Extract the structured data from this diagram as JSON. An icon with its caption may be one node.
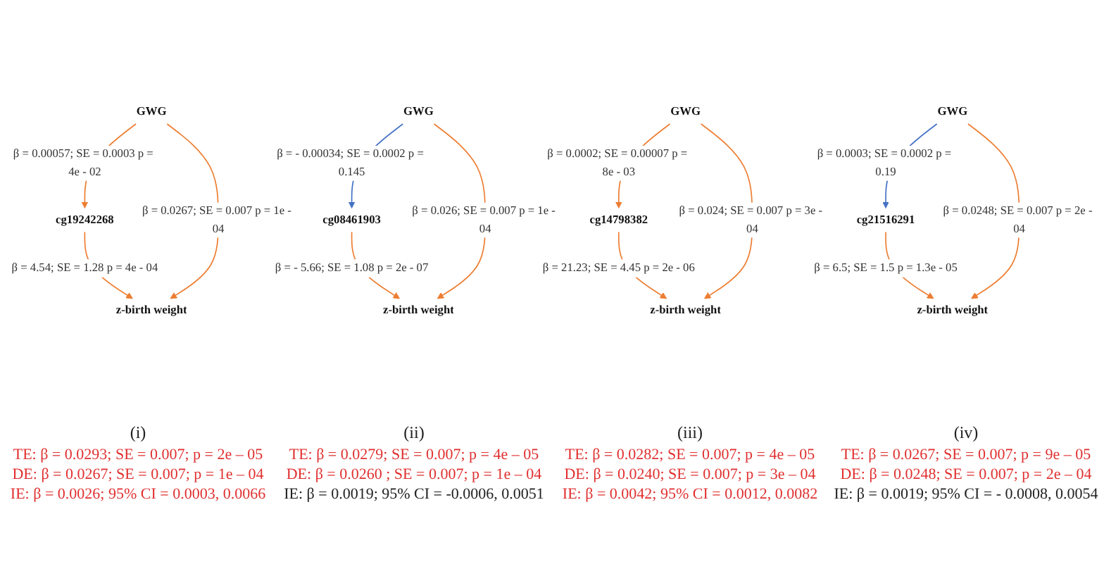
{
  "diagram": {
    "nodes": [
      {
        "text": [
          "GWG"
        ]
      },
      {
        "text": [
          "cg19242268"
        ]
      },
      {
        "text": [
          "z-birth weight"
        ]
      },
      {
        "text": [
          "GWG"
        ]
      },
      {
        "text": [
          "cg08461903"
        ]
      },
      {
        "text": [
          "z-birth weight"
        ]
      },
      {
        "text": [
          "GWG"
        ]
      },
      {
        "text": [
          "cg14798382"
        ]
      },
      {
        "text": [
          "z-birth weight"
        ]
      },
      {
        "text": [
          "GWG"
        ]
      },
      {
        "text": [
          "cg21516291"
        ]
      },
      {
        "text": [
          "z-birth weight"
        ]
      }
    ],
    "edges": [
      {
        "from": 0,
        "to": 1,
        "arrow": "to",
        "label": "β = 0.00057; SE = 0.0003 p = 4e - 02"
      },
      {
        "from": 1,
        "to": 2,
        "arrow": "to",
        "label": "β = 4.54; SE = 1.28 p = 4e - 04"
      },
      {
        "from": 0,
        "to": 2,
        "arrow": "to",
        "label": "β = 0.0267; SE = 0.007 p = 1e - 04"
      },
      {
        "from": 3,
        "to": 4,
        "arrow": "to",
        "label": "β = - 0.00034; SE = 0.0002 p = 0.145",
        "color": "#4472c4"
      },
      {
        "from": 4,
        "to": 5,
        "arrow": "to",
        "label": "β = - 5.66; SE = 1.08 p = 2e - 07"
      },
      {
        "from": 3,
        "to": 5,
        "arrow": "to",
        "label": "β = 0.026; SE = 0.007 p = 1e - 04"
      },
      {
        "from": 6,
        "to": 7,
        "arrow": "to",
        "label": "β = 0.0002; SE = 0.00007 p = 8e - 03"
      },
      {
        "from": 7,
        "to": 8,
        "arrow": "to",
        "label": "β = 21.23; SE = 4.45 p = 2e - 06"
      },
      {
        "from": 6,
        "to": 8,
        "arrow": "to",
        "label": "β = 0.024; SE = 0.007 p = 3e - 04"
      },
      {
        "from": 9,
        "to": 10,
        "arrow": "to",
        "label": "β = 0.0003; SE = 0.0002 p = 0.19",
        "color": "#4472c4"
      },
      {
        "from": 10,
        "to": 11,
        "arrow": "to",
        "label": "β = 6.5; SE = 1.5 p = 1.3e - 05"
      },
      {
        "from": 9,
        "to": 11,
        "arrow": "to",
        "label": "β = 0.0248; SE = 0.007 p = 2e - 04"
      }
    ],
    "labels": [
      "(i)",
      "(ii)",
      "TE: β = 0.0293; SE = 0.007; p = 2e – 05",
      "DE: β = 0.0267; SE = 0.007; p = 1e – 04",
      "IE: β = 0.0026; 95% CI = 0.0003, 0.0066",
      "TE: β = 0.0279; SE = 0.007; p = 4e – 05",
      "DE: β = 0.0260 ; SE = 0.007; p = 1e – 04",
      "IE: β = 0.0019; 95% CI = -0.0006, 0.0051",
      "(iii)",
      "(iv)",
      "TE: β = 0.0282; SE = 0.007; p = 4e – 05",
      "DE: β = 0.0240; SE = 0.007; p = 3e – 04",
      "IE: β = 0.0042; 95% CI = 0.0012, 0.0082",
      "TE: β = 0.0267; SE = 0.007; p = 9e – 05",
      "DE: β = 0.0248; SE = 0.007; p = 2e – 04",
      "IE: β = 0.0019; 95% CI = - 0.0008, 0.0054"
    ]
  }
}
